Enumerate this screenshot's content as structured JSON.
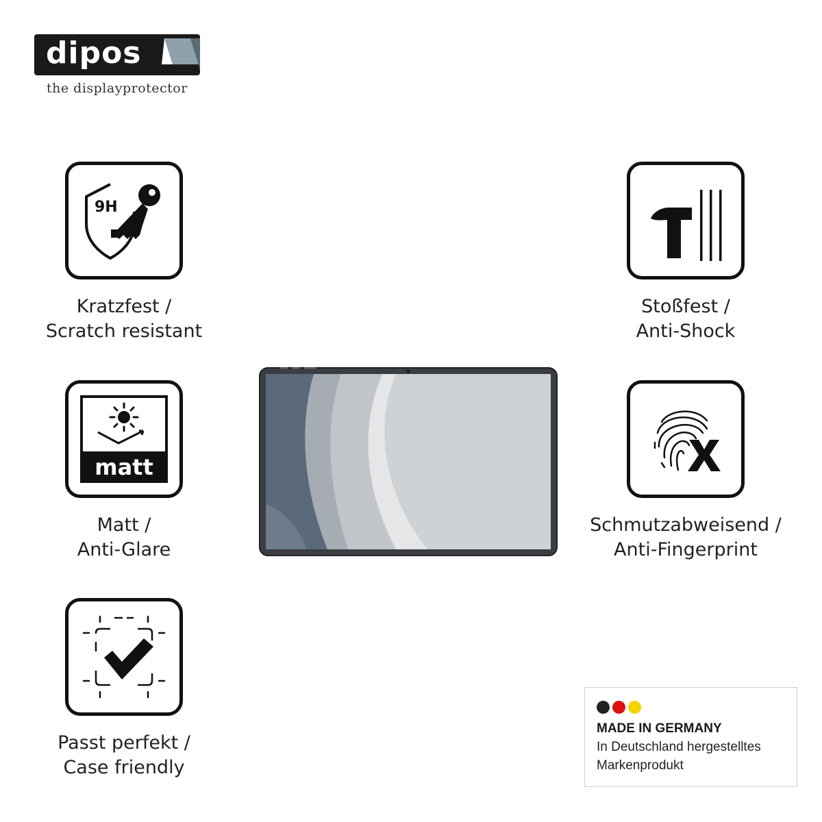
{
  "brand": {
    "name": "dipos",
    "tagline": "the displayprotector"
  },
  "features": [
    {
      "icon": "scratch-resistant-9h-icon",
      "line1": "Kratzfest /",
      "line2": "Scratch resistant",
      "icon_text": "9H"
    },
    {
      "icon": "anti-shock-hammer-icon",
      "line1": "Stoßfest /",
      "line2": "Anti-Shock"
    },
    {
      "icon": "matt-anti-glare-icon",
      "line1": "Matt /",
      "line2": "Anti-Glare",
      "icon_text": "matt"
    },
    {
      "icon": "anti-fingerprint-icon",
      "line1": "Schmutzabweisend /",
      "line2": "Anti-Fingerprint"
    },
    {
      "icon": "case-friendly-check-icon",
      "line1": "Passt perfekt /",
      "line2": "Case friendly"
    }
  ],
  "badge": {
    "title": "MADE IN GERMANY",
    "line1": "In Deutschland hergestelltes",
    "line2": "Markenprodukt",
    "flag_colors": [
      "#222222",
      "#dd1111",
      "#f5d300"
    ]
  },
  "colors": {
    "icon_stroke": "#111111",
    "tablet_frame": "#3a3d42",
    "screen_base": "#c9ccd0"
  }
}
